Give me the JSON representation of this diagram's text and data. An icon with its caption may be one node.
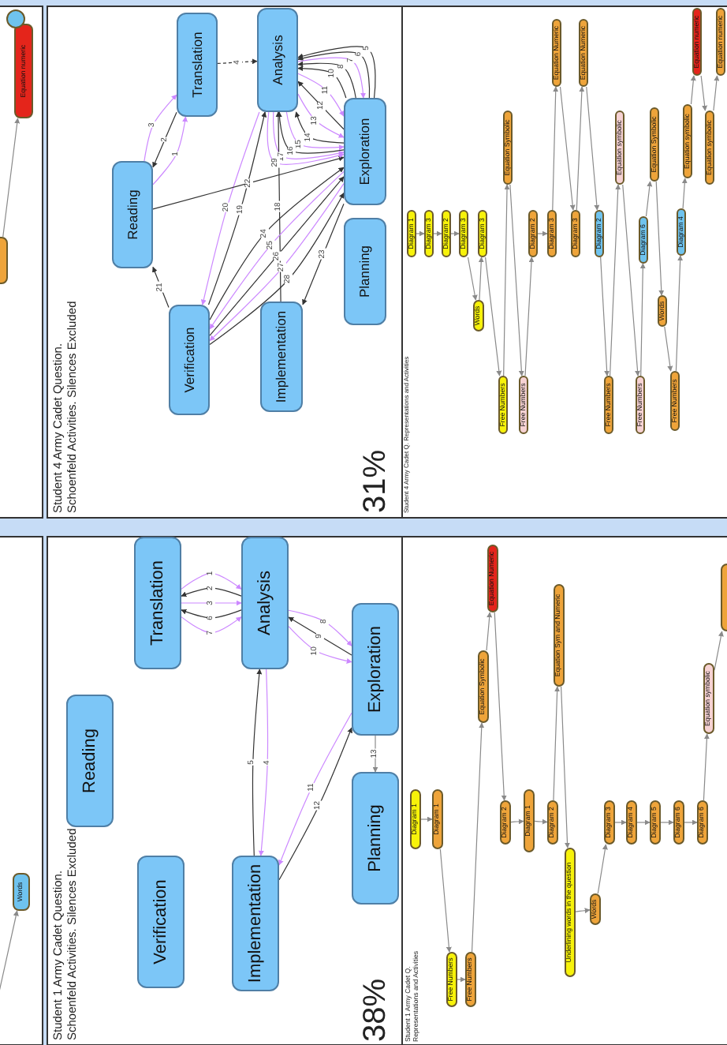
{
  "diagram": {
    "nodes": [
      {
        "text": [
          "Equation numeric"
        ]
      },
      {
        "text": [],
        "shape": "circle"
      },
      {
        "text": [],
        "shape": "box"
      },
      {
        "text": [
          "Words"
        ]
      },
      {
        "text": [
          "Reading"
        ]
      },
      {
        "text": [
          "Translation"
        ]
      },
      {
        "text": [
          "Analysis"
        ]
      },
      {
        "text": [
          "Verification"
        ]
      },
      {
        "text": [
          "Implementation"
        ]
      },
      {
        "text": [
          "Exploration"
        ]
      },
      {
        "text": [
          "Planning"
        ]
      },
      {
        "text": [
          "Translation"
        ]
      },
      {
        "text": [
          "Analysis"
        ]
      },
      {
        "text": [
          "Reading"
        ]
      },
      {
        "text": [
          "Verification"
        ]
      },
      {
        "text": [
          "Implementation"
        ]
      },
      {
        "text": [
          "Exploration"
        ]
      },
      {
        "text": [
          "Planning"
        ]
      },
      {
        "text": [
          "Diagram 1"
        ]
      },
      {
        "text": [
          "Diagram 1"
        ]
      },
      {
        "text": [
          "Free Numbers"
        ]
      },
      {
        "text": [
          "Free Numbers"
        ]
      },
      {
        "text": [
          "Equation Symbolic"
        ]
      },
      {
        "text": [
          "Equation Numeric"
        ]
      },
      {
        "text": [
          "Diagram 2"
        ]
      },
      {
        "text": [
          "Diagram 1"
        ]
      },
      {
        "text": [
          "Diagram 2"
        ]
      },
      {
        "text": [
          "Equation Sym and Numeric"
        ]
      },
      {
        "text": [
          "Underlining words in the question"
        ]
      },
      {
        "text": [
          "Words"
        ]
      },
      {
        "text": [
          "Diagram 3"
        ]
      },
      {
        "text": [
          "Diagram 4"
        ]
      },
      {
        "text": [
          "Diagram 5"
        ]
      },
      {
        "text": [
          "Diagram 6"
        ]
      },
      {
        "text": [
          "Diagram 6"
        ]
      },
      {
        "text": [
          "Equation symbolic"
        ]
      },
      {
        "text": [],
        "shape": "box"
      },
      {
        "text": [
          "Diagram 1"
        ]
      },
      {
        "text": [
          "Diagram 3"
        ]
      },
      {
        "text": [
          "Diagram 2"
        ]
      },
      {
        "text": [
          "Diagram 3"
        ]
      },
      {
        "text": [
          "Diagram 3"
        ]
      },
      {
        "text": [
          "Words"
        ]
      },
      {
        "text": [
          "Free Numbers"
        ]
      },
      {
        "text": [
          "Equation Symbolic"
        ]
      },
      {
        "text": [
          "Free Numbers"
        ]
      },
      {
        "text": [
          "Diagram 2"
        ]
      },
      {
        "text": [
          "Diagram 3"
        ]
      },
      {
        "text": [
          "Equation Numeric"
        ]
      },
      {
        "text": [
          "Diagram 3"
        ]
      },
      {
        "text": [
          "Equation Numeric"
        ]
      },
      {
        "text": [
          "Diagram 2"
        ]
      },
      {
        "text": [
          "Free Numbers"
        ]
      },
      {
        "text": [
          "Equation symbolic"
        ]
      },
      {
        "text": [
          "Free Numbers"
        ]
      },
      {
        "text": [
          "Diagram 6"
        ]
      },
      {
        "text": [
          "Equation Symbolic"
        ]
      },
      {
        "text": [
          "Words"
        ]
      },
      {
        "text": [
          "Free Numbers"
        ]
      },
      {
        "text": [
          "Diagram 4"
        ]
      },
      {
        "text": [
          "Equation symbolic"
        ]
      },
      {
        "text": [
          "Equation numeric"
        ]
      },
      {
        "text": [
          "Equation symbolic"
        ]
      },
      {
        "text": [
          "Equation numeric"
        ]
      }
    ],
    "edges": [
      {
        "from": 2,
        "to": 0,
        "arrow": "to"
      },
      {
        "from": null,
        "to": 3,
        "arrow": "to"
      },
      {
        "from": 5,
        "to": 6,
        "arrow": "to",
        "label": "1",
        "color": "#cc88ff"
      },
      {
        "from": 6,
        "to": 5,
        "arrow": "to",
        "label": "2",
        "color": "#333333"
      },
      {
        "from": 5,
        "to": 6,
        "arrow": "to",
        "label": "3",
        "color": "#cc88ff"
      },
      {
        "from": 6,
        "to": 8,
        "arrow": "to",
        "label": "4",
        "color": "#cc88ff"
      },
      {
        "from": 8,
        "to": 6,
        "arrow": "to",
        "label": "5",
        "color": "#333333"
      },
      {
        "from": 6,
        "to": 5,
        "arrow": "to",
        "label": "6",
        "color": "#333333"
      },
      {
        "from": 5,
        "to": 6,
        "arrow": "to",
        "label": "7",
        "color": "#cc88ff"
      },
      {
        "from": 6,
        "to": 9,
        "arrow": "to",
        "label": "8",
        "color": "#cc88ff"
      },
      {
        "from": 9,
        "to": 6,
        "arrow": "to",
        "label": "9",
        "color": "#333333"
      },
      {
        "from": 6,
        "to": 9,
        "arrow": "to",
        "label": "10",
        "color": "#cc88ff"
      },
      {
        "from": 9,
        "to": 8,
        "arrow": "to",
        "label": "11",
        "color": "#cc88ff"
      },
      {
        "from": 8,
        "to": 9,
        "arrow": "to",
        "label": "12",
        "color": "#333333"
      },
      {
        "from": 9,
        "to": 10,
        "arrow": "to",
        "label": "13"
      },
      {
        "from": 13,
        "to": 11,
        "arrow": "to",
        "label": "1",
        "color": "#cc88ff"
      },
      {
        "from": 11,
        "to": 13,
        "arrow": "to",
        "label": "2",
        "color": "#333333"
      },
      {
        "from": 13,
        "to": 11,
        "arrow": "to",
        "label": "3",
        "color": "#cc88ff"
      },
      {
        "from": 11,
        "to": 12,
        "arrow": "to",
        "label": "4",
        "style": "dashed",
        "color": "#333333"
      },
      {
        "from": 16,
        "to": 12,
        "arrow": "to",
        "label": "5",
        "color": "#333333"
      },
      {
        "from": 16,
        "to": 12,
        "arrow": "to",
        "label": "6",
        "color": "#333333"
      },
      {
        "from": 12,
        "to": 16,
        "arrow": "to",
        "label": "7",
        "color": "#cc88ff"
      },
      {
        "from": 16,
        "to": 12,
        "arrow": "to",
        "label": "8",
        "color": "#333333"
      },
      {
        "from": 16,
        "to": 12,
        "arrow": "to",
        "label": "10",
        "color": "#333333"
      },
      {
        "from": 12,
        "to": 16,
        "arrow": "to",
        "label": "11",
        "color": "#cc88ff"
      },
      {
        "from": 16,
        "to": 12,
        "arrow": "to",
        "label": "12",
        "color": "#333333"
      },
      {
        "from": 12,
        "to": 16,
        "arrow": "to",
        "label": "13",
        "color": "#cc88ff"
      },
      {
        "from": 16,
        "to": 12,
        "arrow": "to",
        "label": "14",
        "color": "#333333"
      },
      {
        "from": 12,
        "to": 16,
        "arrow": "to",
        "label": "15",
        "color": "#cc88ff"
      },
      {
        "from": 16,
        "to": 12,
        "arrow": "to",
        "label": "16",
        "color": "#333333"
      },
      {
        "from": 12,
        "to": 16,
        "arrow": "to",
        "label": "17",
        "color": "#cc88ff"
      },
      {
        "from": 15,
        "to": 12,
        "arrow": "to",
        "label": "18",
        "color": "#333333"
      },
      {
        "from": 14,
        "to": 12,
        "arrow": "to",
        "label": "19",
        "color": "#333333"
      },
      {
        "from": 12,
        "to": 14,
        "arrow": "to",
        "label": "20",
        "color": "#cc88ff"
      },
      {
        "from": 14,
        "to": 13,
        "arrow": "to",
        "label": "21",
        "color": "#333333"
      },
      {
        "from": 13,
        "to": 16,
        "arrow": "to",
        "label": "22",
        "color": "#333333"
      },
      {
        "from": 16,
        "to": 15,
        "arrow": "to",
        "label": "23",
        "color": "#333333"
      },
      {
        "from": 14,
        "to": 16,
        "arrow": "to",
        "label": "24",
        "color": "#333333"
      },
      {
        "from": 16,
        "to": 14,
        "arrow": "to",
        "label": "25",
        "color": "#cc88ff"
      },
      {
        "from": 14,
        "to": 16,
        "arrow": "to",
        "label": "26",
        "color": "#333333"
      },
      {
        "from": 16,
        "to": 14,
        "arrow": "to",
        "label": "27",
        "color": "#cc88ff"
      },
      {
        "from": 14,
        "to": 16,
        "arrow": "to",
        "label": "28",
        "color": "#333333"
      },
      {
        "from": 12,
        "to": 16,
        "arrow": "to",
        "label": "29",
        "color": "#cc88ff"
      },
      {
        "from": 18,
        "to": 19,
        "arrow": "to"
      },
      {
        "from": 19,
        "to": 20,
        "arrow": "to"
      },
      {
        "from": 20,
        "to": 21,
        "arrow": "to"
      },
      {
        "from": 21,
        "to": 22,
        "arrow": "to"
      },
      {
        "from": 22,
        "to": 23,
        "arrow": "to"
      },
      {
        "from": 23,
        "to": 24,
        "arrow": "to"
      },
      {
        "from": 24,
        "to": 25,
        "arrow": "to"
      },
      {
        "from": 25,
        "to": 26,
        "arrow": "to"
      },
      {
        "from": 26,
        "to": 27,
        "arrow": "to"
      },
      {
        "from": 27,
        "to": 28,
        "arrow": "to"
      },
      {
        "from": 28,
        "to": 29,
        "arrow": "to"
      },
      {
        "from": 29,
        "to": 30,
        "arrow": "to"
      },
      {
        "from": 30,
        "to": 31,
        "arrow": "to"
      },
      {
        "from": 31,
        "to": 32,
        "arrow": "to"
      },
      {
        "from": 32,
        "to": 33,
        "arrow": "to"
      },
      {
        "from": 33,
        "to": 34,
        "arrow": "to"
      },
      {
        "from": 34,
        "to": 35,
        "arrow": "to"
      },
      {
        "from": 35,
        "to": 36,
        "arrow": "to"
      },
      {
        "from": 37,
        "to": 38,
        "arrow": "to"
      },
      {
        "from": 38,
        "to": 39,
        "arrow": "to"
      },
      {
        "from": 39,
        "to": 40,
        "arrow": "to"
      },
      {
        "from": 40,
        "to": 42,
        "arrow": "to"
      },
      {
        "from": 42,
        "to": 41,
        "arrow": "to"
      },
      {
        "from": 41,
        "to": 43,
        "arrow": "to"
      },
      {
        "from": 43,
        "to": 44,
        "arrow": "to"
      },
      {
        "from": 44,
        "to": 45,
        "arrow": "to"
      },
      {
        "from": 45,
        "to": 46,
        "arrow": "to"
      },
      {
        "from": 46,
        "to": 47,
        "arrow": "to"
      },
      {
        "from": 47,
        "to": 48,
        "arrow": "to"
      },
      {
        "from": 48,
        "to": 49,
        "arrow": "to"
      },
      {
        "from": 49,
        "to": 50,
        "arrow": "to"
      },
      {
        "from": 50,
        "to": 51,
        "arrow": "to"
      },
      {
        "from": 51,
        "to": 52,
        "arrow": "to"
      },
      {
        "from": 52,
        "to": 53,
        "arrow": "to"
      },
      {
        "from": 53,
        "to": 54,
        "arrow": "to"
      },
      {
        "from": 54,
        "to": 55,
        "arrow": "to"
      },
      {
        "from": 55,
        "to": 56,
        "arrow": "to"
      },
      {
        "from": 56,
        "to": 57,
        "arrow": "to"
      },
      {
        "from": 57,
        "to": 58,
        "arrow": "to"
      },
      {
        "from": 58,
        "to": 59,
        "arrow": "to"
      },
      {
        "from": 59,
        "to": 60,
        "arrow": "to"
      },
      {
        "from": 60,
        "to": 61,
        "arrow": "to"
      },
      {
        "from": 61,
        "to": 62,
        "arrow": "to"
      },
      {
        "from": 62,
        "to": 63,
        "arrow": "to"
      }
    ],
    "labels": [
      "Student 1 Army Cadet Question. Schoenfeld Activities. Silences Excluded",
      "38%",
      "Student 1 Army Cadet Q. Representations and Activities",
      "Student 4 Army Cadet Question. Schoenfeld Activities. Silences Excluded",
      "31%",
      "Student 4 Army Cadet Q. Representations and Activities"
    ]
  }
}
